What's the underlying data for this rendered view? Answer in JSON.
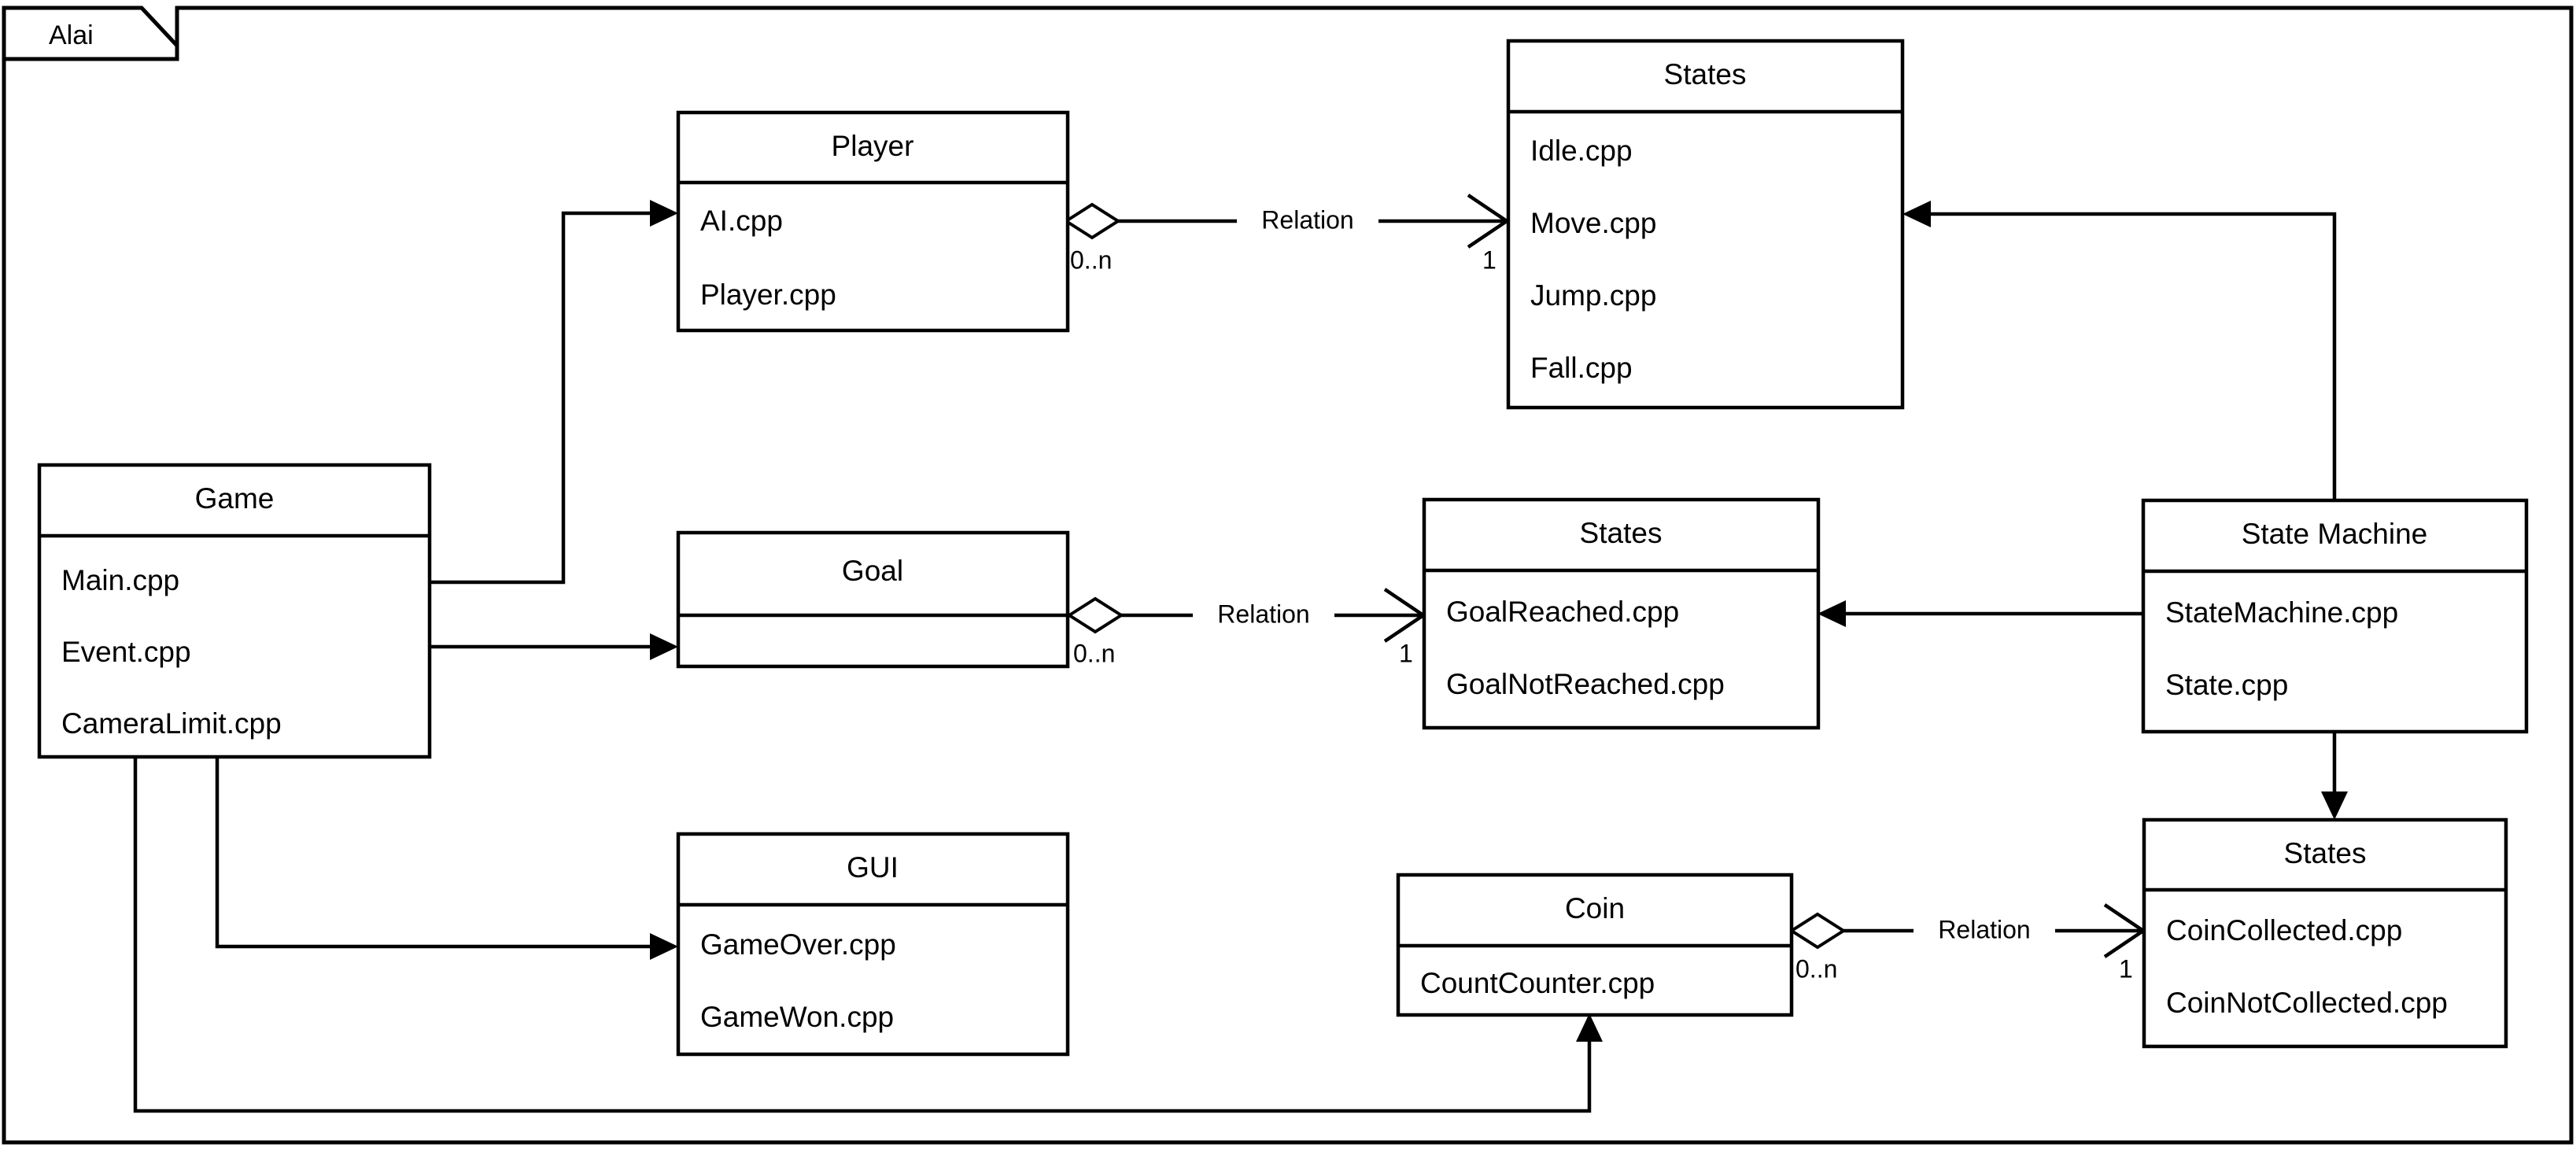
{
  "package": {
    "name": "Alai",
    "tab_label": "Alai"
  },
  "classes": {
    "player": {
      "title": "Player",
      "members": [
        "AI.cpp",
        "Player.cpp"
      ]
    },
    "states_player": {
      "title": "States",
      "members": [
        "Idle.cpp",
        "Move.cpp",
        "Jump.cpp",
        "Fall.cpp"
      ]
    },
    "game": {
      "title": "Game",
      "members": [
        "Main.cpp",
        "Event.cpp",
        "CameraLimit.cpp"
      ]
    },
    "goal": {
      "title": "Goal",
      "members": []
    },
    "states_goal": {
      "title": "States",
      "members": [
        "GoalReached.cpp",
        "GoalNotReached.cpp"
      ]
    },
    "state_machine": {
      "title": "State Machine",
      "members": [
        "StateMachine.cpp",
        "State.cpp"
      ]
    },
    "gui": {
      "title": "GUI",
      "members": [
        "GameOver.cpp",
        "GameWon.cpp"
      ]
    },
    "coin": {
      "title": "Coin",
      "members": [
        "CountCounter.cpp"
      ]
    },
    "states_coin": {
      "title": "States",
      "members": [
        "CoinCollected.cpp",
        "CoinNotCollected.cpp"
      ]
    }
  },
  "relations": [
    {
      "id": "player-states",
      "label": "Relation",
      "source_multiplicity": "0..n",
      "target_multiplicity": "1",
      "source": "Player",
      "target": "States"
    },
    {
      "id": "goal-states",
      "label": "Relation",
      "source_multiplicity": "0..n",
      "target_multiplicity": "1",
      "source": "Goal",
      "target": "States"
    },
    {
      "id": "coin-states",
      "label": "Relation",
      "source_multiplicity": "0..n",
      "target_multiplicity": "1",
      "source": "Coin",
      "target": "States"
    }
  ],
  "colors": {
    "stroke": "#000000",
    "fill": "#ffffff"
  }
}
